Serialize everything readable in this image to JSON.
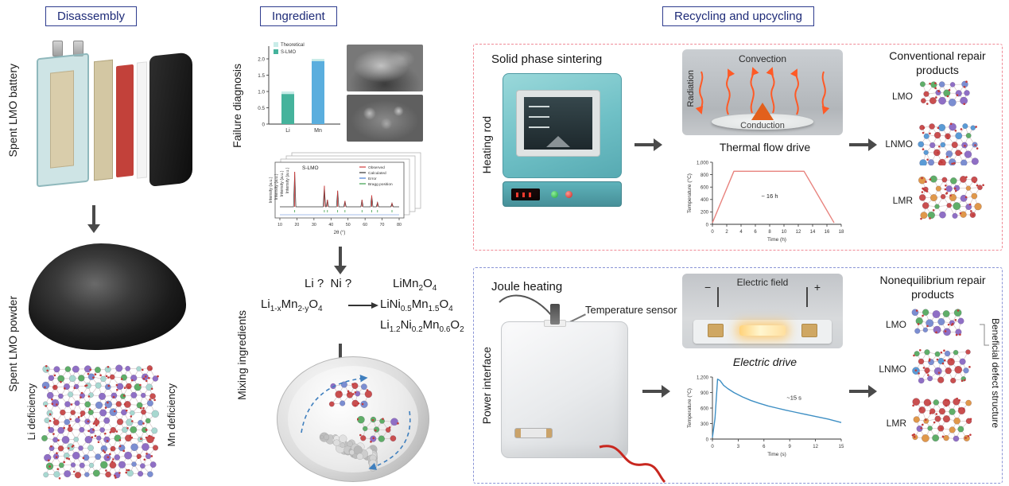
{
  "headers": {
    "disassembly": "Disassembly",
    "ingredient": "Ingredient",
    "recycling": "Recycling and upcycling"
  },
  "disassembly": {
    "battery_label": "Spent LMO battery",
    "powder_label": "Spent LMO powder",
    "li_deficiency_label": "Li deficiency",
    "mn_deficiency_label": "Mn deficiency"
  },
  "ingredient": {
    "failure_label": "Failure diagnosis",
    "mixing_label": "Mixing ingredients",
    "formulas": {
      "questions": "Li ?&nbsp;&nbsp;Ni ?",
      "product1": "LiMn<sub>2</sub>O<sub>4</sub>",
      "reactant": "Li<sub>1-x</sub>Mn<sub>2-y</sub>O<sub>4</sub>",
      "product2": "LiNi<sub>0.5</sub>Mn<sub>1.5</sub>O<sub>4</sub>",
      "product3": "Li<sub>1.2</sub>Ni<sub>0.2</sub>Mn<sub>0.6</sub>O<sub>2</sub>"
    }
  },
  "solid_phase": {
    "title": "Solid phase sintering",
    "heating_rod_label": "Heating rod",
    "inset": {
      "convection": "Convection",
      "radiation": "Radiation",
      "conduction": "Conduction"
    },
    "chart_title": "Thermal flow drive",
    "products_title": "Conventional repair products",
    "product_labels": [
      "LMO",
      "LNMO",
      "LMR"
    ]
  },
  "joule": {
    "title": "Joule heating",
    "temperature_sensor_label": "Temperature sensor",
    "power_interface_label": "Power interface",
    "inset": {
      "field": "Electric field",
      "minus": "−",
      "plus": "+"
    },
    "chart_title": "Electric drive",
    "products_title": "Nonequilibrium repair products",
    "product_labels": [
      "LMO",
      "LNMO",
      "LMR"
    ],
    "defect_label": "Beneficial defect structure"
  },
  "chart_data": [
    {
      "id": "failure_bar",
      "type": "bar",
      "categories": [
        "Li",
        "Mn"
      ],
      "series": [
        {
          "name": "Theoretical",
          "values": [
            1.0,
            2.0
          ],
          "color": "#c9ece8"
        },
        {
          "name": "S-LMO",
          "values": [
            0.92,
            1.93
          ],
          "colors": [
            "#45b39c",
            "#5aaede"
          ]
        }
      ],
      "ylim": [
        0,
        2.0
      ],
      "yticks": [
        0,
        0.5,
        1.0,
        1.5,
        2.0
      ],
      "legend_position": "top-left"
    },
    {
      "id": "xrd",
      "type": "line",
      "title": "S-LMO",
      "xlabel": "2θ (°)",
      "ylabel": "Intensity (a.u.)",
      "xlim": [
        10,
        80
      ],
      "xticks": [
        10,
        20,
        30,
        40,
        50,
        60,
        70,
        80
      ],
      "legend": [
        "Observed",
        "Calculated",
        "Error",
        "Bragg position"
      ],
      "peaks": [
        [
          18.7,
          1.0
        ],
        [
          36.1,
          0.6
        ],
        [
          37.9,
          0.2
        ],
        [
          43.9,
          0.46
        ],
        [
          48.2,
          0.17
        ],
        [
          58.2,
          0.2
        ],
        [
          63.9,
          0.33
        ],
        [
          67.3,
          0.13
        ],
        [
          75.8,
          0.11
        ]
      ]
    },
    {
      "id": "thermal",
      "type": "line",
      "title": "Thermal flow drive",
      "xlabel": "Time (h)",
      "ylabel": "Temperature (°C)",
      "xlim": [
        0,
        18
      ],
      "ylim": [
        0,
        1000
      ],
      "xticks": [
        0,
        2,
        4,
        6,
        8,
        10,
        12,
        14,
        16,
        18
      ],
      "yticks": [
        0,
        200,
        400,
        600,
        800,
        1000
      ],
      "ytick_labels": [
        "0",
        "200",
        "400",
        "600",
        "800",
        "1,000"
      ],
      "annotation": "~ 16 h",
      "annotation_xy": [
        8,
        420
      ],
      "color": "#e8837e",
      "points": [
        [
          0,
          25
        ],
        [
          3,
          855
        ],
        [
          12.8,
          855
        ],
        [
          17,
          25
        ]
      ]
    },
    {
      "id": "electric",
      "type": "line",
      "title": "Electric drive",
      "xlabel": "Time (s)",
      "ylabel": "Temperature (°C)",
      "xlim": [
        0,
        15
      ],
      "ylim": [
        0,
        1200
      ],
      "xticks": [
        0,
        3,
        6,
        9,
        12,
        15
      ],
      "yticks": [
        0,
        300,
        600,
        900,
        1200
      ],
      "ytick_labels": [
        "0",
        "300",
        "600",
        "900",
        "1,200"
      ],
      "annotation": "~15 s",
      "annotation_xy": [
        9.5,
        760
      ],
      "color": "#3e8fc4",
      "points": [
        [
          0,
          30
        ],
        [
          0.3,
          400
        ],
        [
          0.6,
          1160
        ],
        [
          0.9,
          1130
        ],
        [
          1.3,
          1040
        ],
        [
          1.8,
          975
        ],
        [
          2.5,
          900
        ],
        [
          3.5,
          815
        ],
        [
          4.5,
          745
        ],
        [
          5.5,
          690
        ],
        [
          6.5,
          640
        ],
        [
          7.5,
          600
        ],
        [
          8.5,
          560
        ],
        [
          9.5,
          525
        ],
        [
          10.5,
          490
        ],
        [
          11.5,
          455
        ],
        [
          12.5,
          420
        ],
        [
          13.5,
          385
        ],
        [
          14.2,
          355
        ],
        [
          15,
          320
        ]
      ]
    }
  ]
}
